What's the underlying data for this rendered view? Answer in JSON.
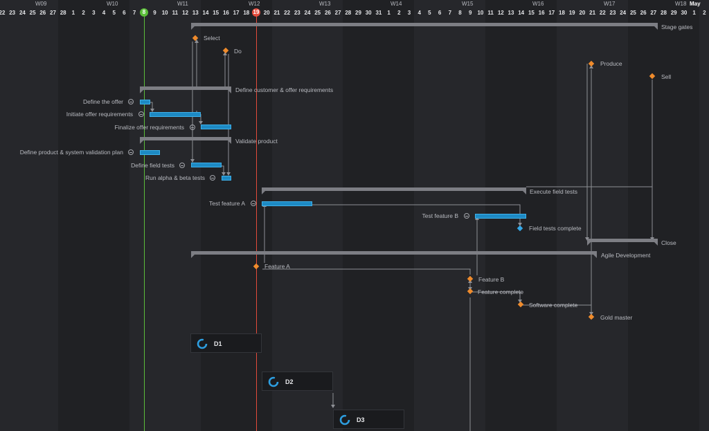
{
  "timeline": {
    "weeks": [
      "W09",
      "W10",
      "W11",
      "W12",
      "W13",
      "W14",
      "W15",
      "W16",
      "W17",
      "W18",
      "May"
    ],
    "days": [
      "22",
      "23",
      "24",
      "25",
      "26",
      "27",
      "28",
      "1",
      "2",
      "3",
      "4",
      "5",
      "6",
      "7",
      "8",
      "9",
      "10",
      "11",
      "12",
      "13",
      "14",
      "15",
      "16",
      "17",
      "18",
      "19",
      "20",
      "21",
      "22",
      "23",
      "24",
      "25",
      "26",
      "27",
      "28",
      "29",
      "30",
      "31",
      "1",
      "2",
      "3",
      "4",
      "5",
      "6",
      "7",
      "8",
      "9",
      "10",
      "11",
      "12",
      "13",
      "14",
      "15",
      "16",
      "17",
      "18",
      "19",
      "20",
      "21",
      "22",
      "23",
      "24",
      "25",
      "26",
      "27",
      "28",
      "29",
      "30",
      "1",
      "2"
    ],
    "start_marker_day": "8",
    "today_marker_day": "19",
    "colors": {
      "start_marker": "#5cbf3a",
      "today_marker": "#e54b3c",
      "bar": "#1d8ac4",
      "summary": "#7d7e84",
      "milestone": "#ef8b2c",
      "milestone_done": "#35a8e8"
    }
  },
  "tasks": {
    "stage_gates": "Stage gates",
    "select": "Select",
    "do": "Do",
    "produce": "Produce",
    "sell": "Sell",
    "define_customer_offer_requirements": "Define customer & offer requirements",
    "define_the_offer": "Define the offer",
    "initiate_offer_requirements": "Initiate offer requirements",
    "finalize_offer_requirements": "Finalize offer requirements",
    "validate_product": "Validate product",
    "define_validation_plan": "Define product & system validation plan",
    "define_field_tests": "Define field tests",
    "run_alpha_beta_tests": "Run alpha & beta tests",
    "execute_field_tests": "Execute field tests",
    "test_feature_a": "Test feature A",
    "test_feature_b": "Test feature B",
    "field_tests_complete": "Field tests complete",
    "close": "Close",
    "agile_development": "Agile Development",
    "feature_a": "Feature A",
    "feature_b": "Feature B",
    "feature_complete": "Feature complete",
    "software_complete": "Software complete",
    "gold_master": "Gold master"
  },
  "sprints": [
    {
      "label": "D1",
      "icon": "sprint-cycle-icon"
    },
    {
      "label": "D2",
      "icon": "sprint-cycle-icon"
    },
    {
      "label": "D3",
      "icon": "sprint-cycle-icon"
    }
  ]
}
